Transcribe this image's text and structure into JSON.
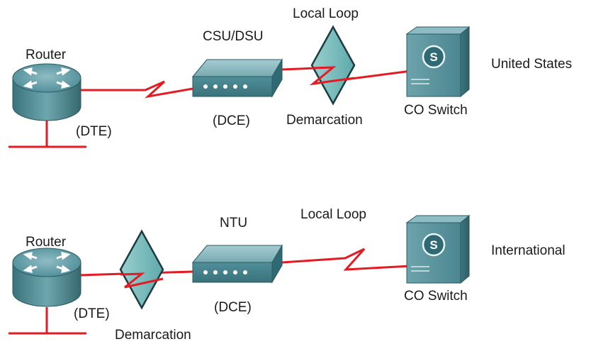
{
  "scenario_us": {
    "router": "Router",
    "dte": "(DTE)",
    "csu_dsu": "CSU/DSU",
    "dce": "(DCE)",
    "local_loop": "Local Loop",
    "demarcation": "Demarcation",
    "co_switch": "CO Switch",
    "region": "United States",
    "switch_glyph": "S"
  },
  "scenario_intl": {
    "router": "Router",
    "dte": "(DTE)",
    "ntu": "NTU",
    "dce": "(DCE)",
    "local_loop": "Local Loop",
    "demarcation": "Demarcation",
    "co_switch": "CO Switch",
    "region": "International",
    "switch_glyph": "S"
  },
  "colors": {
    "link": "#e31b23",
    "device_teal": "#4f8f9a",
    "device_dark": "#2f6a74",
    "demarc_fill": "#7fc1c2"
  }
}
